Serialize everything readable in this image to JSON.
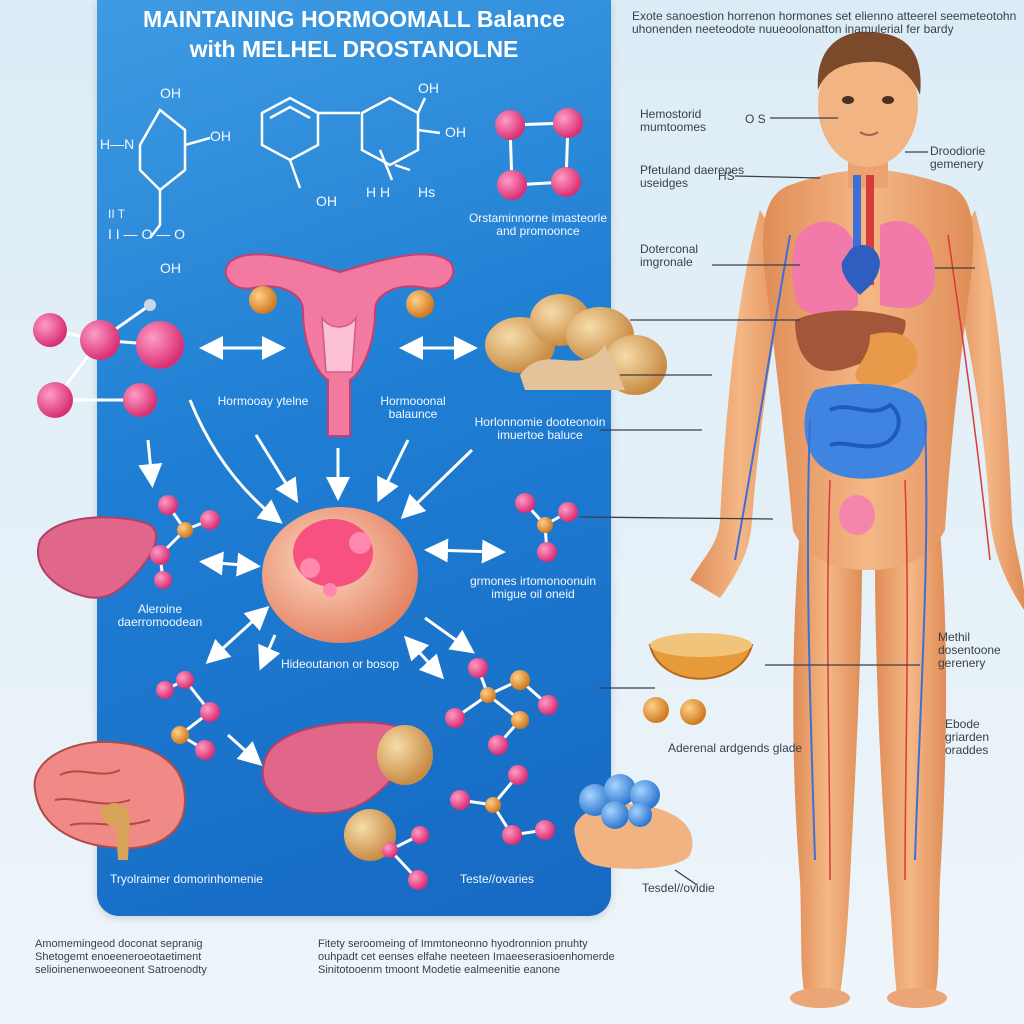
{
  "title": {
    "line1": "MAINTAINING HORMOOMALL Balance",
    "line2": "with  MELHEL DROSTANOLNE"
  },
  "molecule": {
    "oh_top": "OH",
    "oh_mid": "OH",
    "oh_right": "OH",
    "oh_ring": "OH",
    "oh_ring_bottom": "OH",
    "oh_bottom": "OH",
    "h_n": "H—N",
    "hh": "H H",
    "hs": "Hs",
    "side_text": "II T",
    "side_text2": "I I — O — O"
  },
  "panel_labels": {
    "orimone": "Orstaminnorne imasteorle and promoonce",
    "hormonay": "Hormooay ytelne",
    "hormonal_balance": "Hormooonal balaunce",
    "horinnomie": "Horlonnomie dooteonoin imuertoe baluce",
    "aleroine": "Aleroine daerromoodean",
    "grmones": "grmones irtomonoonuin imigue oil oneid",
    "hideouthon": "Hideoutanon or bosop",
    "tryolraimer": "Tryolraimer domorinhomenie",
    "testel": "Teste//ovaries"
  },
  "side_labels": {
    "top_text": "Exote sanoestion horrenon hormones set elienno atteerel seemeteotohn uhonenden neeteodote nuueoolonatton inamulerial fer bardy",
    "hemostorid": "Hemostorid mumtoomes",
    "pfetuland": "Pfetuland daerenes useidges",
    "doterconal": "Doterconal imgronale",
    "droodiorie": "Droodiorie gemenery",
    "methil": "Methil dosentoone gerenery",
    "adrenal": "Aderenal ardgends glade",
    "ebode": "Ebode griarden oraddes",
    "testel_ovide": "Tesdel//ovidie",
    "os": "O S",
    "hs_side": "HS"
  },
  "bottom": {
    "left_1": "Amomemingeod doconat sepranig",
    "left_2": "Shetogemt enoeeneroeotaetiment",
    "left_3": "selioinenenwoeeonent Satroenodty",
    "right_1": "Fitety seroomeing of Immtoneonno hyodronnion pnuhty",
    "right_2": "ouhpadt cet eenses elfahe neeteen Imaeeserasioenhomerde",
    "right_3": "Sinitotooenm tmoont Modetie ealmeenitie eanone"
  },
  "colors": {
    "panel": "#1f7ed3",
    "pink_atom": "#ec4a8a",
    "orange_atom": "#e79a3a",
    "skin": "#efa874",
    "vessel_blue": "#3d6fd6",
    "vessel_red": "#d93a3a"
  }
}
